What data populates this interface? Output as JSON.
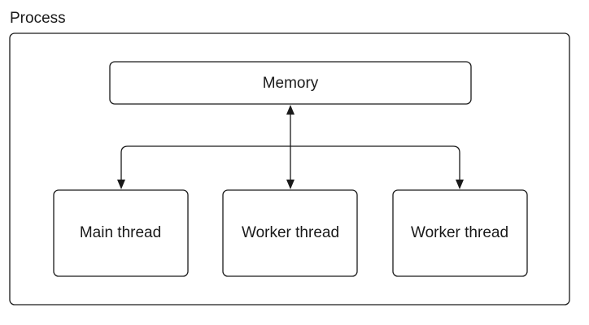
{
  "diagram": {
    "container_label": "Process",
    "nodes": {
      "memory": "Memory",
      "main_thread": "Main thread",
      "worker_thread_1": "Worker thread",
      "worker_thread_2": "Worker thread"
    },
    "edges": [
      {
        "from": "memory",
        "to": "main_thread",
        "direction": "both"
      },
      {
        "from": "memory",
        "to": "worker_thread_1",
        "direction": "both"
      },
      {
        "from": "memory",
        "to": "worker_thread_2",
        "direction": "both"
      }
    ]
  }
}
